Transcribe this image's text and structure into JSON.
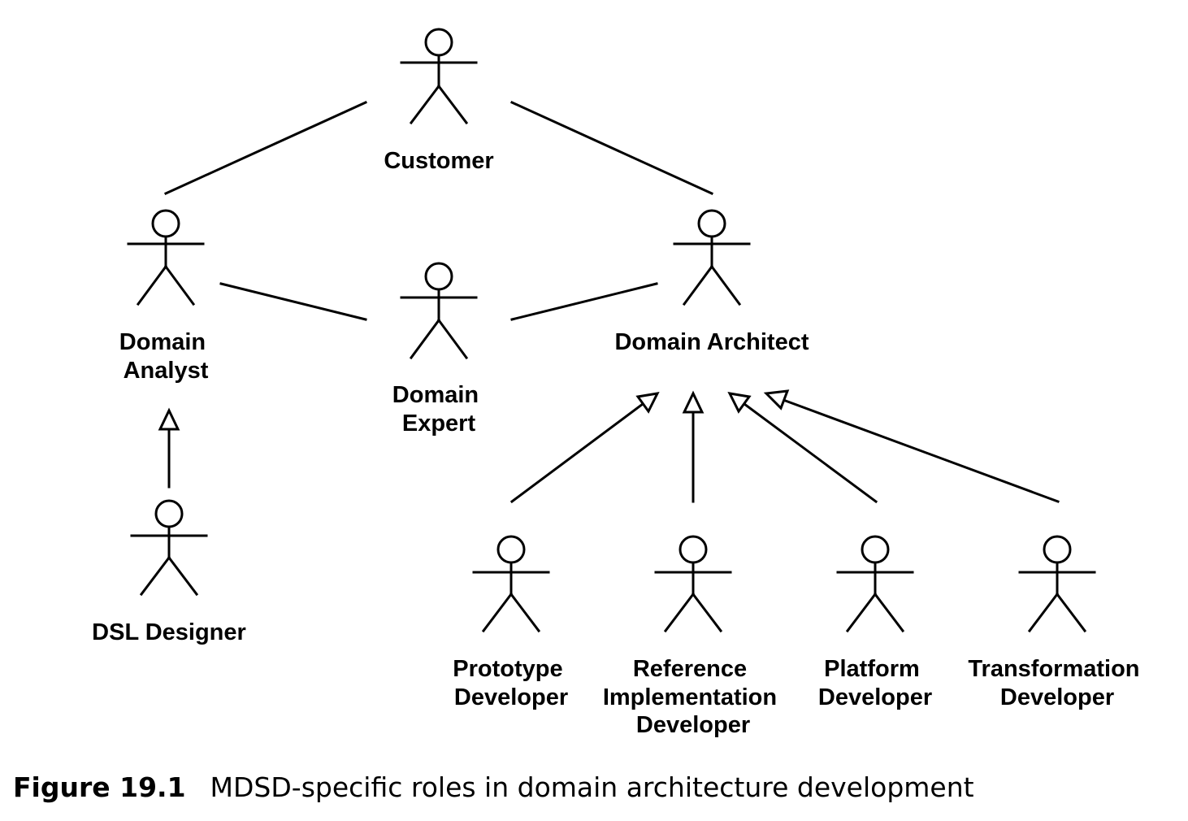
{
  "diagram": {
    "actors": {
      "customer": {
        "label": [
          "Customer"
        ]
      },
      "domain_analyst": {
        "label": [
          "Domain",
          "Analyst"
        ]
      },
      "domain_expert": {
        "label": [
          "Domain",
          "Expert"
        ]
      },
      "domain_architect": {
        "label": [
          "Domain Architect"
        ]
      },
      "dsl_designer": {
        "label": [
          "DSL Designer"
        ]
      },
      "prototype_developer": {
        "label": [
          "Prototype",
          "Developer"
        ]
      },
      "reference_implementation_developer": {
        "label": [
          "Reference",
          "Implementation",
          "Developer"
        ]
      },
      "platform_developer": {
        "label": [
          "Platform",
          "Developer"
        ]
      },
      "transformation_developer": {
        "label": [
          "Transformation",
          "Developer"
        ]
      }
    }
  },
  "caption": {
    "figure_number": "Figure 19.1",
    "text": "MDSD-specific roles in domain architecture development"
  }
}
